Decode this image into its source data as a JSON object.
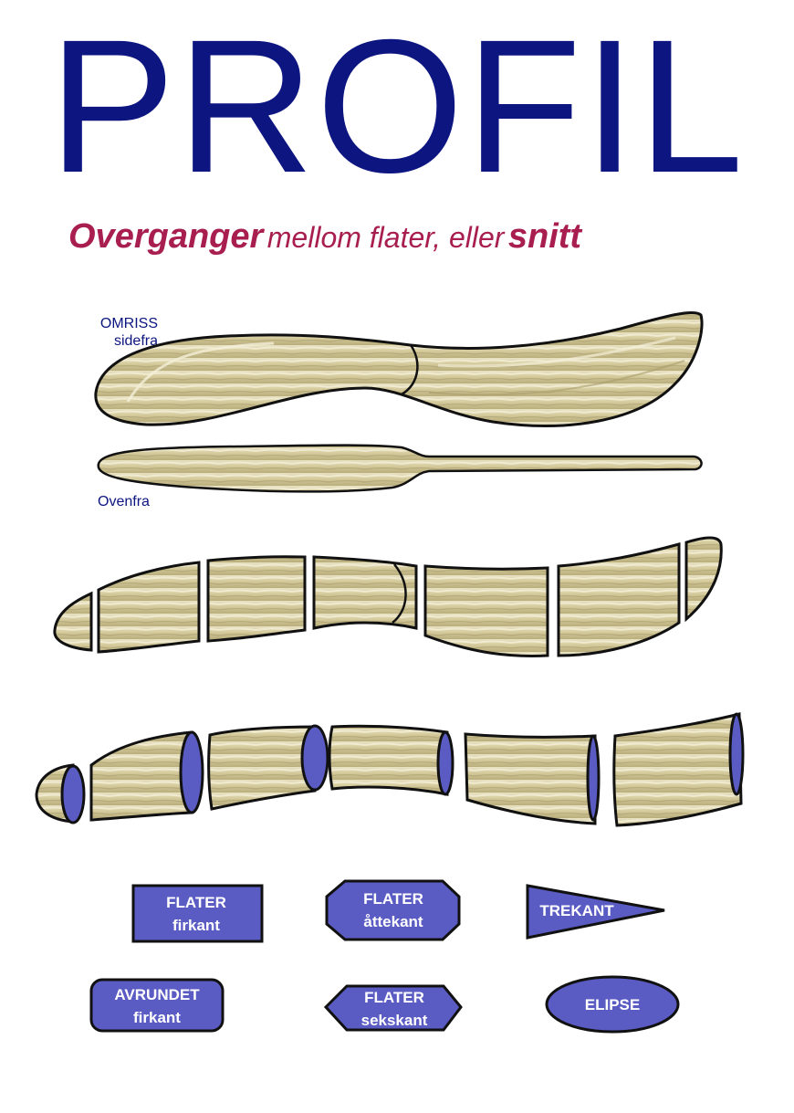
{
  "title": "PROFIL",
  "subtitle": {
    "part1": "Overganger",
    "part2": "mellom flater, eller",
    "part3": "snitt"
  },
  "labels": {
    "omriss_line1": "OMRISS",
    "omriss_line2": "sidefra",
    "ovenfra": "Ovenfra"
  },
  "shapes": [
    {
      "name": "flater-firkant",
      "line1": "FLATER",
      "line2": "firkant"
    },
    {
      "name": "flater-attekant",
      "line1": "FLATER",
      "line2": "åttekant"
    },
    {
      "name": "trekant",
      "line1": "TREKANT",
      "line2": ""
    },
    {
      "name": "avrundet-firkant",
      "line1": "AVRUNDET",
      "line2": "firkant"
    },
    {
      "name": "flater-sekskant",
      "line1": "FLATER",
      "line2": "sekskant"
    },
    {
      "name": "elipse",
      "line1": "ELIPSE",
      "line2": ""
    }
  ],
  "colors": {
    "title": "#0c1580",
    "subtitle": "#a81e4f",
    "wood": "#d8cfa4",
    "section_fill": "#5a5cc4",
    "outline": "#111111"
  }
}
